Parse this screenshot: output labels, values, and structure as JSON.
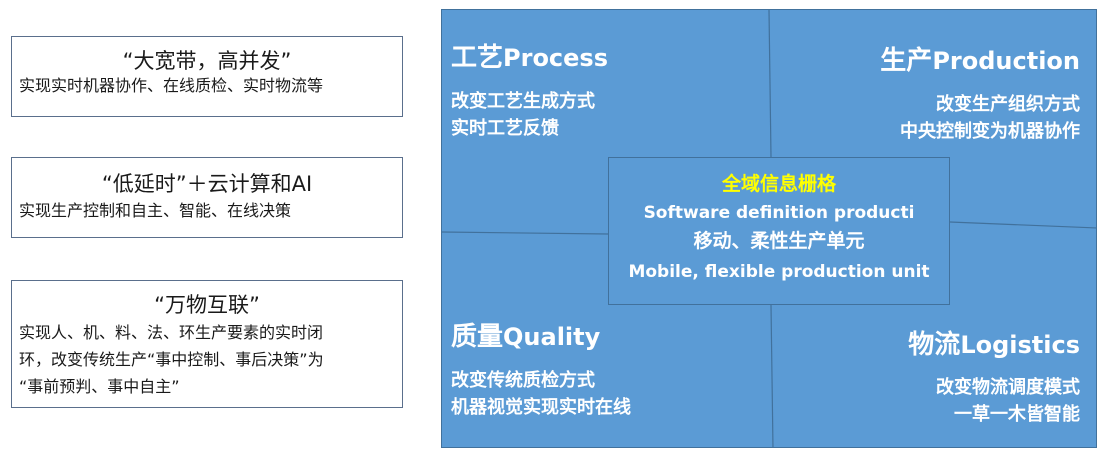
{
  "left_boxes": [
    {
      "title": "“大宽带，高并发”",
      "desc": "实现实时机器协作、在线质检、实时物流等"
    },
    {
      "title": "“低延时”＋云计算和AI",
      "desc": "实现生产控制和自主、智能、在线决策"
    },
    {
      "title": "“万物互联”",
      "desc_lines": [
        "实现人、机、料、法、环生产要素的实时闭",
        "环，改变传统生产“事中控制、事后决策”为",
        "“事前预判、事中自主”"
      ]
    }
  ],
  "quadrants": {
    "process": {
      "title_cn": "工艺",
      "title_en": "Process",
      "lines": [
        "改变工艺生成方式",
        "实时工艺反馈"
      ]
    },
    "production": {
      "title_cn": "生产",
      "title_en": "Production",
      "lines": [
        "改变生产组织方式",
        "中央控制变为机器协作"
      ]
    },
    "quality": {
      "title_cn": "质量",
      "title_en": "Quality",
      "lines": [
        "改变传统质检方式",
        "机器视觉实现实时在线"
      ]
    },
    "logistics": {
      "title_cn": "物流",
      "title_en": "Logistics",
      "lines": [
        "改变物流调度模式",
        "一草一木皆智能"
      ]
    }
  },
  "center": {
    "heading": "全域信息栅格",
    "line1": "Software definition producti",
    "line2": "移动、柔性生产单元",
    "line3": "Mobile, flexible production unit"
  },
  "colors": {
    "panel_fill": "#5b9bd5",
    "panel_border": "#41719c",
    "highlight": "#ffff00",
    "box_border": "#5a6f8c"
  }
}
